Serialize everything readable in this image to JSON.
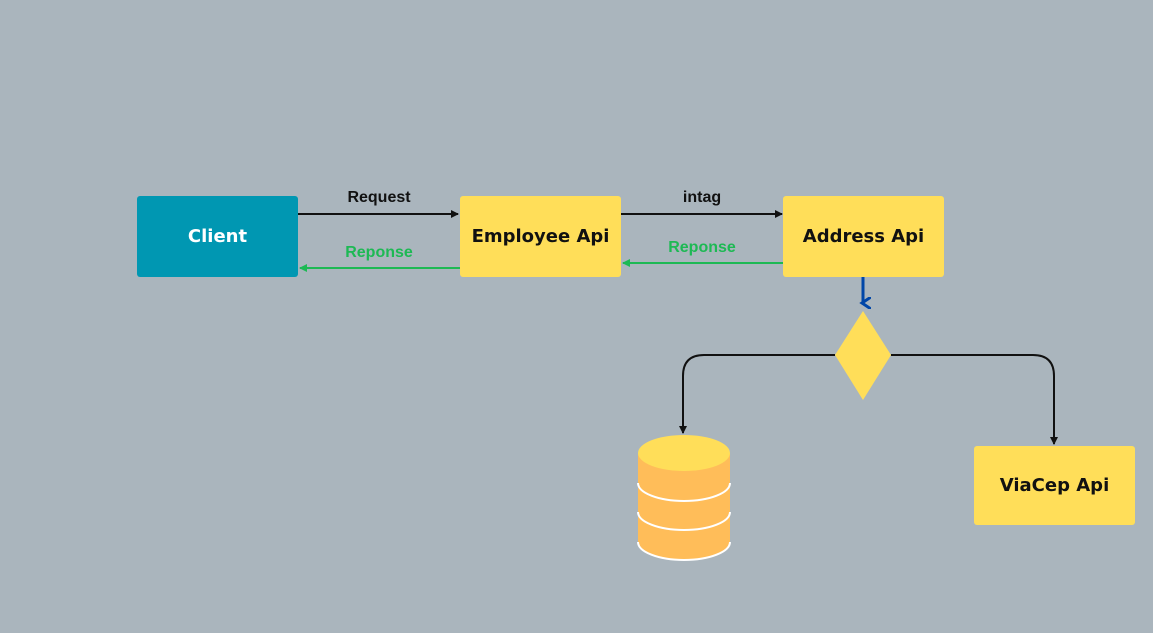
{
  "colors": {
    "background": "#aab5bd",
    "client_fill": "#0097b2",
    "node_fill": "#ffde59",
    "db_fill": "#ffbd59",
    "arrow_dark": "#111111",
    "arrow_response": "#1db954",
    "arrow_blue": "#0046a8"
  },
  "nodes": {
    "client": "Client",
    "employee_api": "Employee Api",
    "address_api": "Address Api",
    "viacep_api": "ViaCep Api"
  },
  "edges": {
    "client_to_employee": "Request",
    "employee_to_client": "Reponse",
    "employee_to_address": "intag",
    "address_to_employee": "Reponse"
  },
  "icons": {
    "decision": "diamond-icon",
    "database": "database-cylinder-icon"
  }
}
